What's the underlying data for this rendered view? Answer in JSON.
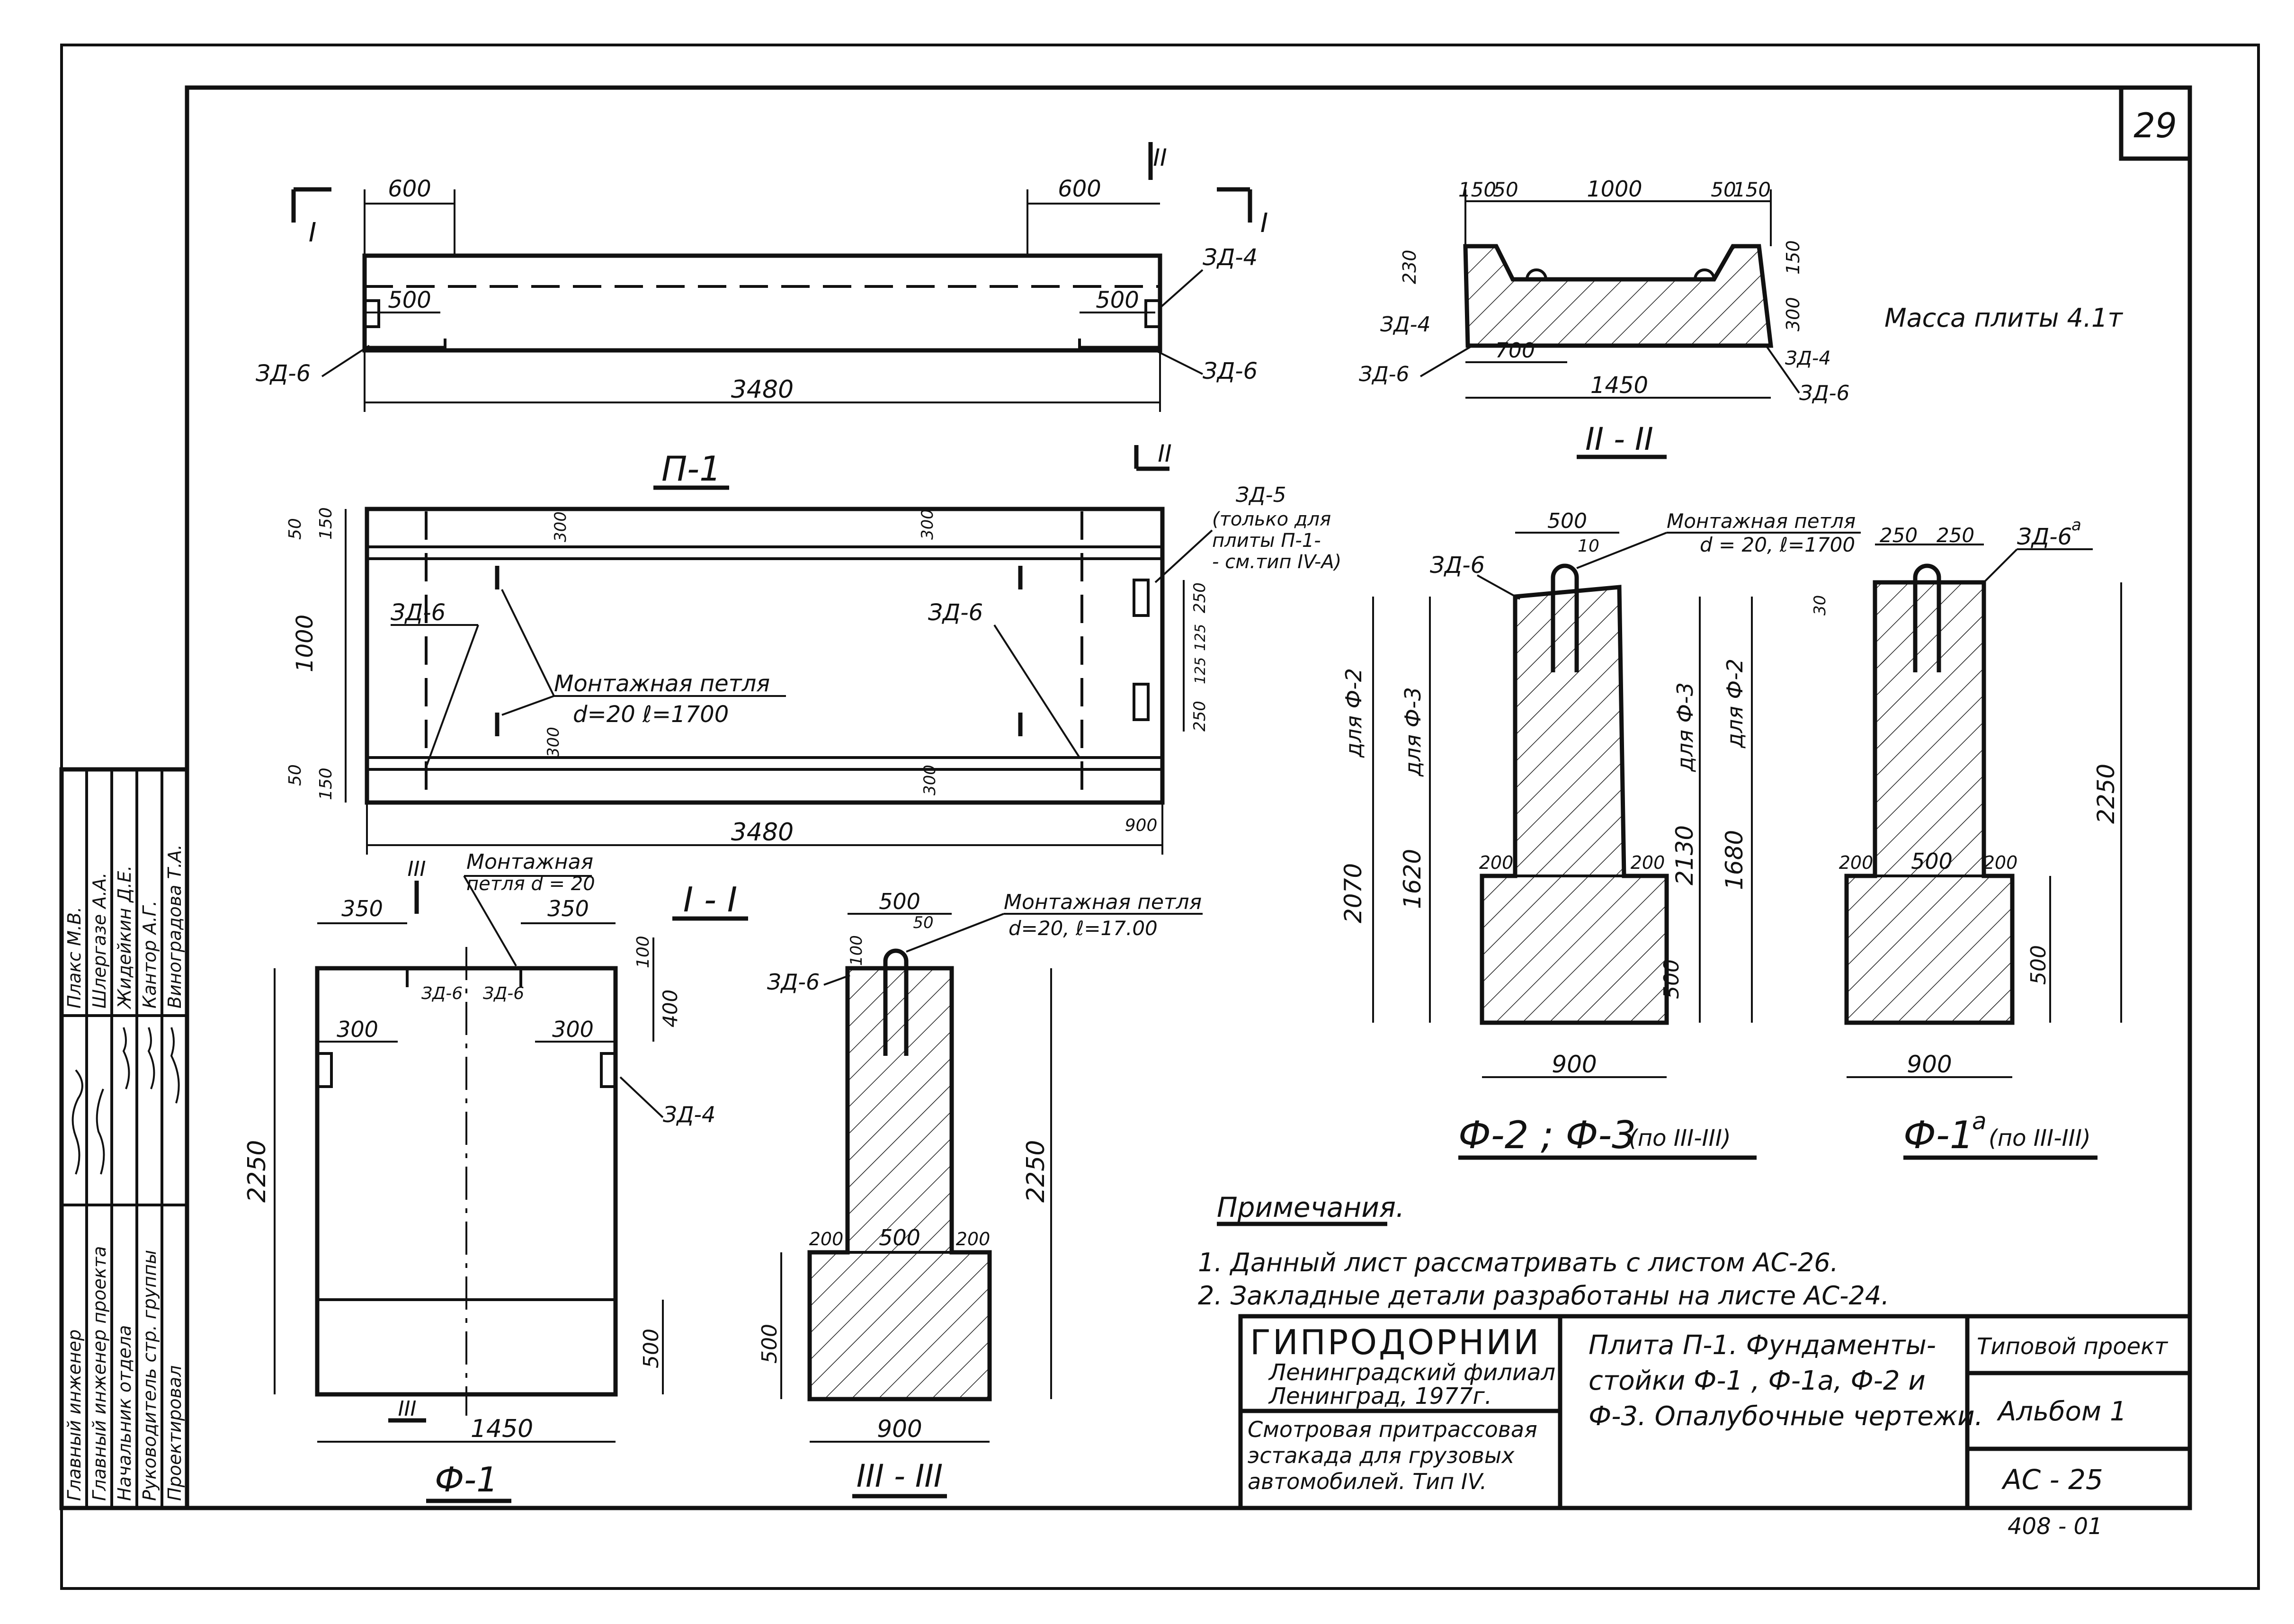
{
  "sheet_number": "29",
  "views": {
    "p1_elevation": {
      "title": "П-1",
      "section_marks": [
        "I",
        "I",
        "II",
        "II"
      ],
      "dims": [
        "600",
        "600",
        "500",
        "500",
        "3480"
      ],
      "labels": [
        "ЗД-4",
        "ЗД-6",
        "ЗД-6"
      ]
    },
    "section_II": {
      "title": "II - II",
      "dims": [
        "150",
        "50",
        "1000",
        "50",
        "150",
        "230",
        "150",
        "300",
        "700",
        "1450"
      ],
      "labels": [
        "ЗД-4",
        "ЗД-6",
        "ЗД-4",
        "ЗД-6"
      ],
      "mass_note": "Масса плиты 4.1т"
    },
    "p1_plan": {
      "title": "I - I",
      "dims": [
        "50",
        "150",
        "1000",
        "50",
        "150",
        "300",
        "300",
        "300",
        "300",
        "250",
        "125",
        "125",
        "250",
        "3480",
        "900"
      ],
      "labels": [
        "ЗД-6",
        "ЗД-6"
      ],
      "note_zd5_line1": "ЗД-5",
      "note_zd5_line2": "(только для",
      "note_zd5_line3": "плиты П-1-",
      "note_zd5_line4": "- см.тип IV-А)",
      "loop_line1": "Монтажная петля",
      "loop_line2": "d=20  ℓ=1700"
    },
    "f23": {
      "title": "Ф-2 ; Ф-3",
      "title_suffix": "(по III-III)",
      "dims": [
        "500",
        "10",
        "2070",
        "1620",
        "2130",
        "1680",
        "200",
        "200",
        "500",
        "900"
      ],
      "vlabels": [
        "для Ф-2",
        "для Ф-3",
        "для Ф-3",
        "для Ф-2"
      ],
      "label_zd": "ЗД-6",
      "loop_line1": "Монтажная петля",
      "loop_line2": "d = 20,  ℓ=1700"
    },
    "f1a": {
      "title": "Ф-1",
      "title_sup": "а",
      "title_suffix": "(по III-III)",
      "dims": [
        "250",
        "250",
        "30",
        "2250",
        "200",
        "500",
        "200",
        "500",
        "900"
      ],
      "label_zd": "ЗД-6",
      "label_sup": "а"
    },
    "f1": {
      "title": "Ф-1",
      "section_marks": [
        "III",
        "III"
      ],
      "dims": [
        "350",
        "350",
        "300",
        "300",
        "100",
        "400",
        "2250",
        "500",
        "1450"
      ],
      "labels": [
        "ЗД-6",
        "ЗД-6",
        "ЗД-4"
      ],
      "loop_line1": "Монтажная",
      "loop_line2": "петля  d = 20"
    },
    "section_III": {
      "title": "III - III",
      "dims": [
        "500",
        "50",
        "100",
        "2250",
        "200",
        "500",
        "200",
        "500",
        "900"
      ],
      "label_zd": "ЗД-6",
      "loop_line1": "Монтажная петля",
      "loop_line2": "d=20,  ℓ=17.00"
    }
  },
  "notes": {
    "heading": "Примечания.",
    "items": [
      "1.  Данный   лист  рассматривать  с  листом  АС-26.",
      "2.  Закладные  детали  разработаны  на   листе  АС-24."
    ]
  },
  "stamp": {
    "roles": [
      "Главный   инженер",
      "Главный инженер проекта",
      "Начальник  отдела",
      "Руководитель стр. группы",
      "Проектировал"
    ],
    "names": [
      "Плакс  М.В.",
      "Шлергазе  А.А.",
      "Жидейкин  Д.Е.",
      "Кантор  А.Г.",
      "Виноградова Т.А."
    ],
    "org_line1": "ГИПРОДОРНИИ",
    "org_line2": "Ленинградский филиал",
    "org_line3": "Ленинград,  1977г.",
    "object_line1": "Смотровая  притрассовая",
    "object_line2": "эстакада  для  грузовых",
    "object_line3": "автомобилей.  Тип  IV.",
    "title_line1": "Плита  П-1.  Фундаменты-",
    "title_line2": "стойки  Ф-1 ,  Ф-1а,  Ф-2  и",
    "title_line3": "Ф-3.  Опалубочные  чертежи.",
    "project_type": "Типовой  проект",
    "album": "Альбом  1",
    "sheet_code": "АС - 25",
    "series": "408 - 01"
  }
}
